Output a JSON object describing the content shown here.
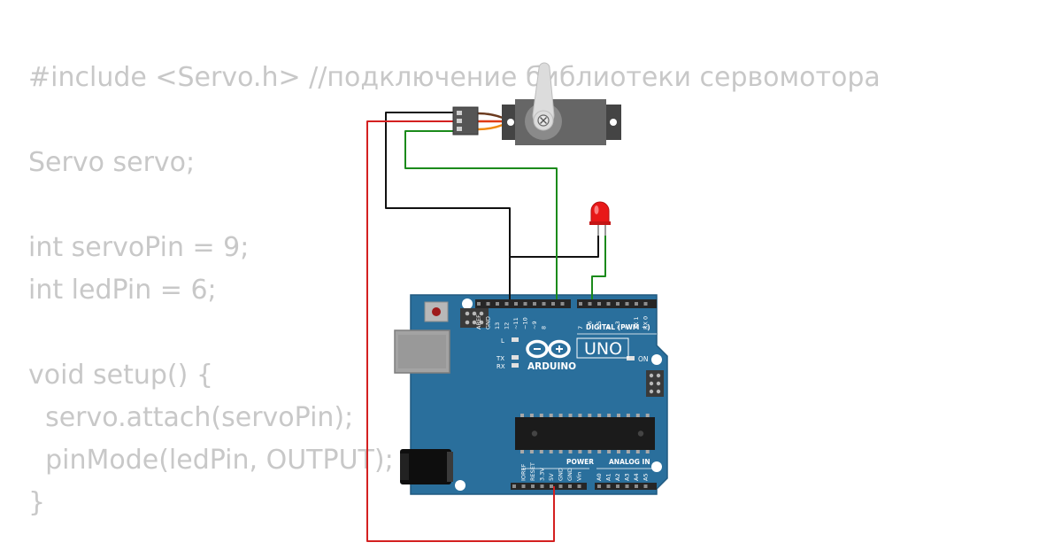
{
  "code": {
    "lines": [
      "#include <Servo.h> //подключение библиотеки сервомотора",
      "",
      "Servo servo;",
      "",
      "int servoPin = 9;",
      "int ledPin = 6;",
      "",
      "void setup() {",
      "  servo.attach(servoPin);",
      "  pinMode(ledPin, OUTPUT);",
      "}"
    ]
  },
  "board": {
    "brand": "ARDUINO",
    "model": "UNO",
    "digital_label": "DIGITAL (PWM ~)",
    "power_label": "POWER",
    "analog_label": "ANALOG IN",
    "on_label": "ON",
    "led_l": "L",
    "led_tx": "TX",
    "led_rx": "RX",
    "digital_pins": [
      "AREF",
      "GND",
      "13",
      "12",
      "~11",
      "~10",
      "~9",
      "8",
      "7",
      "~6",
      "~5",
      "4",
      "~3",
      "2",
      "TX 1",
      "RX 0"
    ],
    "power_pins": [
      "IOREF",
      "RESET",
      "3.3V",
      "5V",
      "GND",
      "GND",
      "Vin"
    ],
    "analog_pins": [
      "A0",
      "A1",
      "A2",
      "A3",
      "A4",
      "A5"
    ]
  },
  "colors": {
    "code_text": "#c8c8c8",
    "board": "#2a6f9c",
    "wire_gnd": "#111111",
    "wire_signal": "#1b8a1b",
    "wire_power": "#d42020",
    "led": "#e81818"
  }
}
